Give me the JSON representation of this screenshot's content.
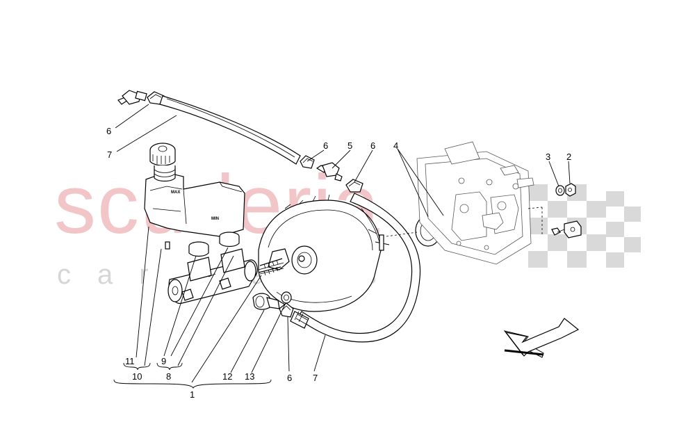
{
  "watermark": {
    "brand": "scuderia",
    "sub": "car parts",
    "brand_color": "#f2c6c8",
    "checker_color": "#d9d9d9"
  },
  "callouts": {
    "c6_top": "6",
    "c7_top": "7",
    "c6_a": "6",
    "c5": "5",
    "c6_b": "6",
    "c4": "4",
    "c3": "3",
    "c2": "2",
    "c11": "11",
    "c10": "10",
    "c9": "9",
    "c8": "8",
    "c12": "12",
    "c13": "13",
    "c6_bottom": "6",
    "c7_bottom": "7",
    "c1": "1"
  },
  "reservoir_marks": {
    "max": "MAX",
    "min": "MIN"
  },
  "arrow": {
    "direction": "front-left"
  }
}
